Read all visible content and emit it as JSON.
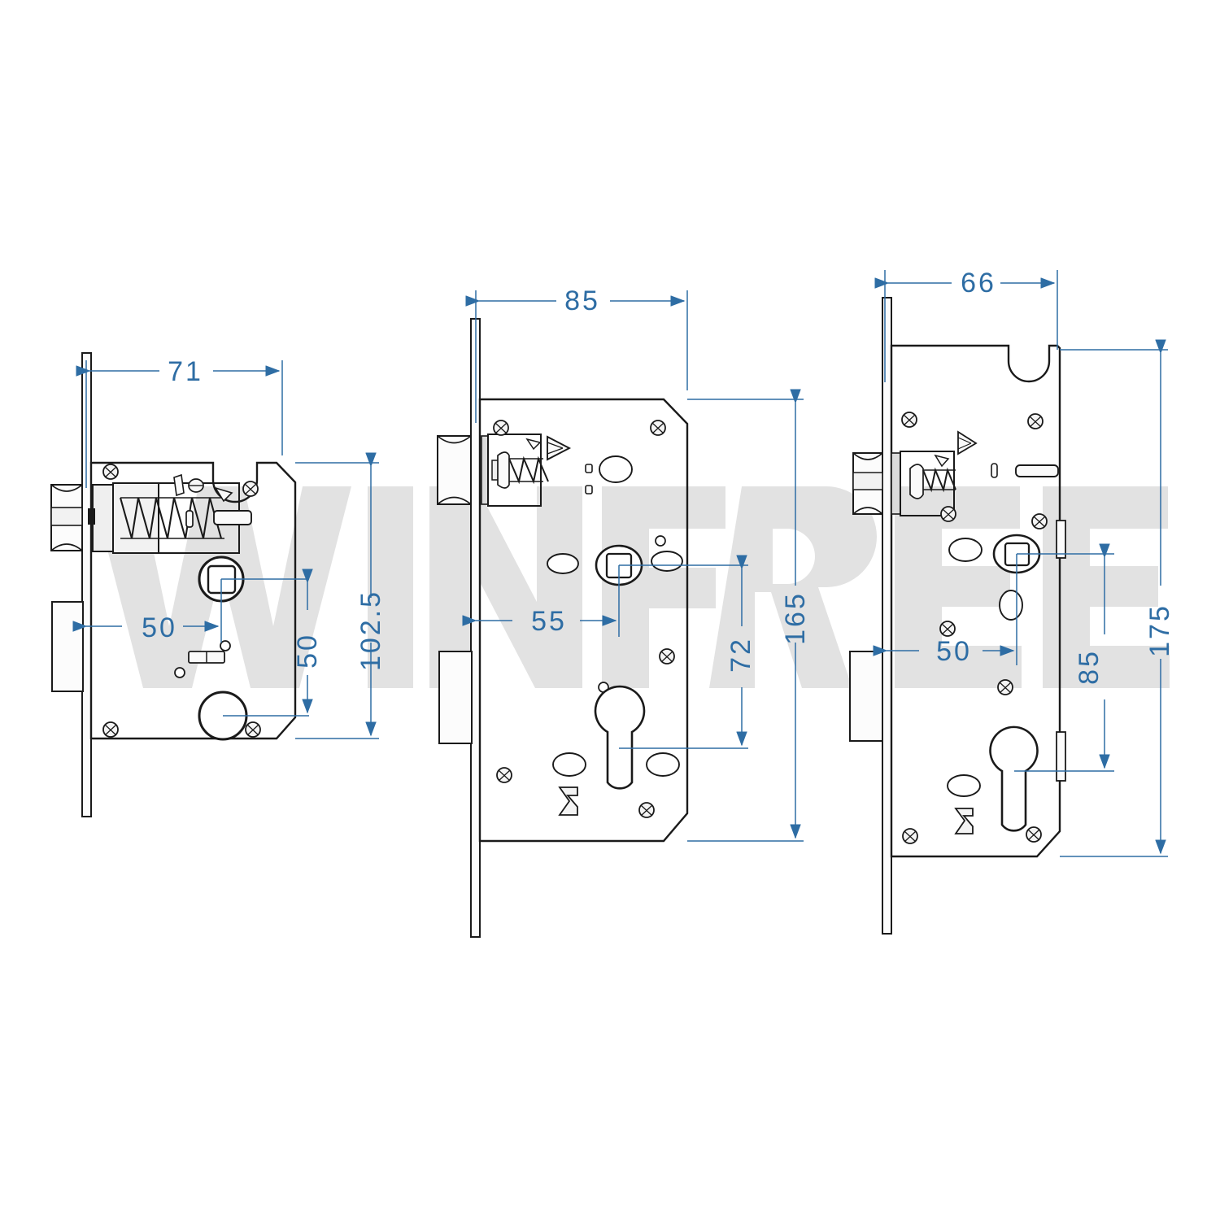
{
  "document": {
    "type": "technical-drawing",
    "title": "Mortise Lock Body Dimensional Drawing",
    "background_color": "#ffffff",
    "line_color": "#1a1a1a",
    "dimension_color": "#2e6da4",
    "watermark_color": "#e2e2e2"
  },
  "watermark": {
    "text": "WINFREE",
    "letters": [
      "W",
      "I",
      "N",
      "F",
      "R",
      "E",
      "E"
    ]
  },
  "views": [
    {
      "id": "view-left",
      "name": "mortise-lock-71",
      "dimensions": {
        "backset_top": "71",
        "backset_spindle": "50",
        "spindle_to_keyhole": "50",
        "body_height": "102.5"
      },
      "features": [
        "faceplate",
        "latch-bolt",
        "latch-spring",
        "spindle-hole-square",
        "keyhole-round",
        "strike-tongue",
        "mounting-screws"
      ]
    },
    {
      "id": "view-middle",
      "name": "mortise-lock-85",
      "dimensions": {
        "backset_top": "85",
        "backset_spindle": "55",
        "spindle_to_cylinder": "72",
        "body_height": "165"
      },
      "features": [
        "faceplate",
        "latch-bolt",
        "latch-spring",
        "spindle-hole-square",
        "euro-cylinder-hole",
        "deadbolt",
        "mounting-screws"
      ]
    },
    {
      "id": "view-right",
      "name": "mortise-lock-66",
      "dimensions": {
        "backset_top": "66",
        "backset_spindle": "50",
        "spindle_to_cylinder": "85",
        "body_height": "175"
      },
      "features": [
        "faceplate",
        "latch-bolt",
        "latch-spring",
        "spindle-hole-square",
        "euro-cylinder-hole",
        "deadbolt",
        "mounting-screws"
      ]
    }
  ],
  "labels": {
    "v1_top": "71",
    "v1_backset": "50",
    "v1_center": "50",
    "v1_height": "102.5",
    "v2_top": "85",
    "v2_backset": "55",
    "v2_center": "72",
    "v2_height": "165",
    "v3_top": "66",
    "v3_backset": "50",
    "v3_center": "85",
    "v3_height": "175"
  }
}
